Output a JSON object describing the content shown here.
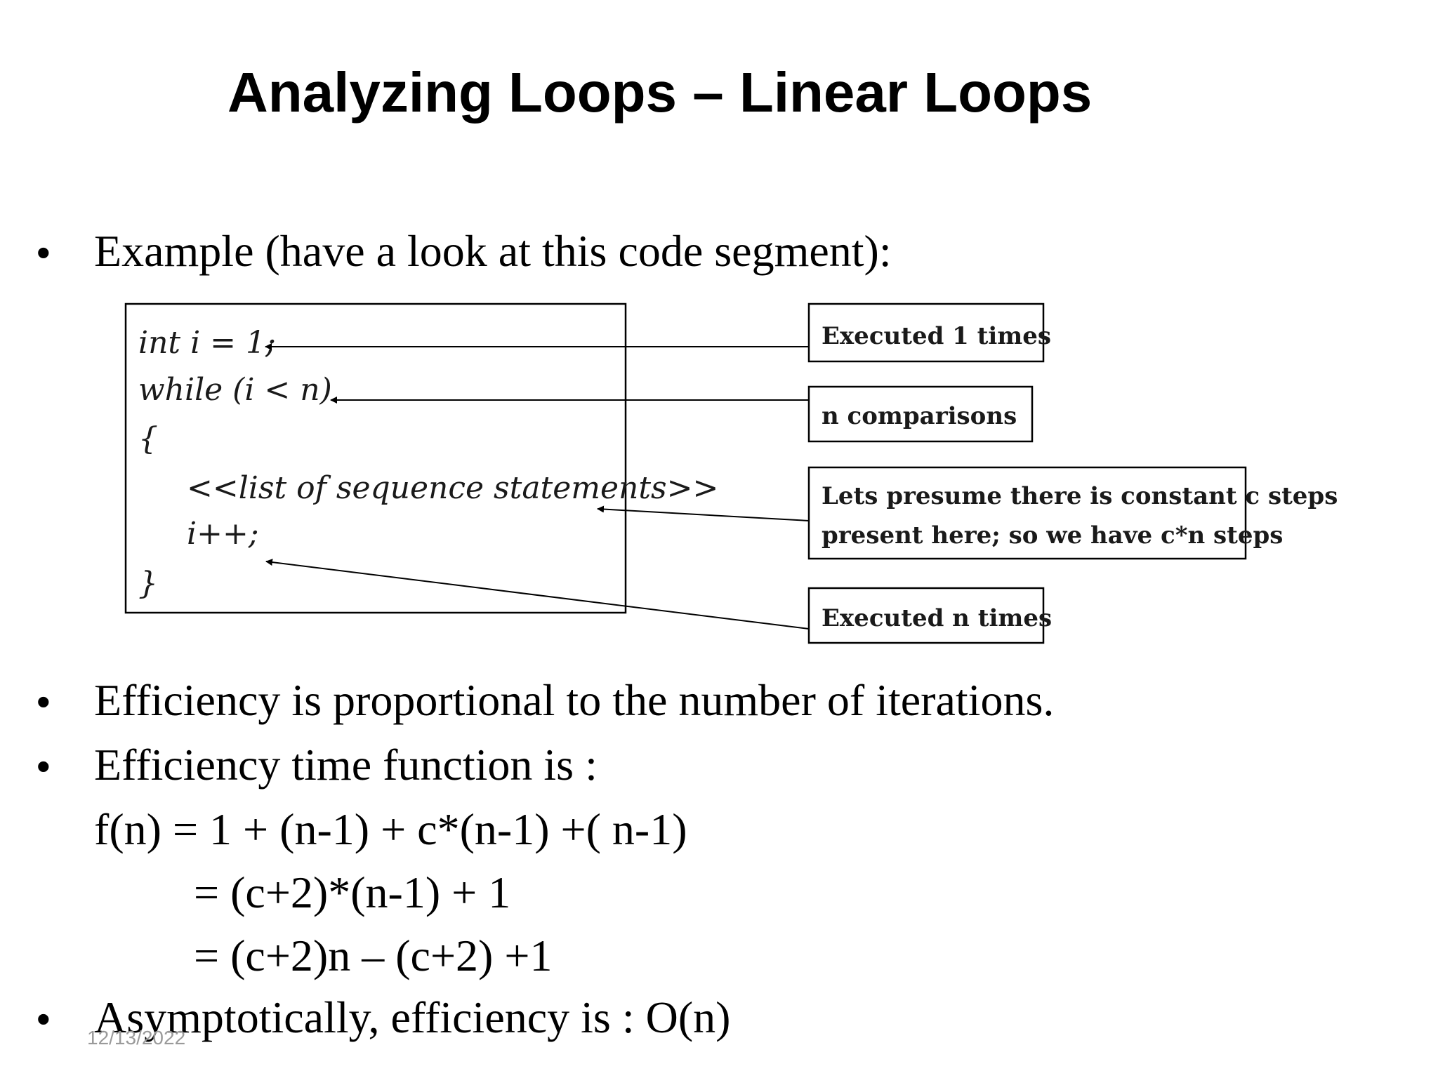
{
  "title": "Analyzing Loops – Linear Loops",
  "bullets": [
    "Example (have a look at this code segment):",
    "Efficiency is proportional to the number of iterations.",
    "Efficiency time function is :",
    "Asymptotically, efficiency is : O(n)"
  ],
  "bullet_symbol": "•",
  "formula": [
    "f(n) = 1 + (n-1) + c*(n-1) +( n-1)",
    "= (c+2)*(n-1) + 1",
    "= (c+2)n – (c+2) +1"
  ],
  "code": {
    "lines": [
      "int i = 1;",
      "while (i < n)",
      "{",
      "<<list of sequence statements>>",
      "i++;",
      "}"
    ]
  },
  "annotations": {
    "executed_once": "Executed 1 times",
    "comparisons": "n comparisons",
    "constant_steps_line1": "Lets presume there is constant c steps",
    "constant_steps_line2": "present here; so we have c*n steps",
    "executed_n": "Executed n times"
  },
  "footer": {
    "date": "12/13/2022"
  }
}
